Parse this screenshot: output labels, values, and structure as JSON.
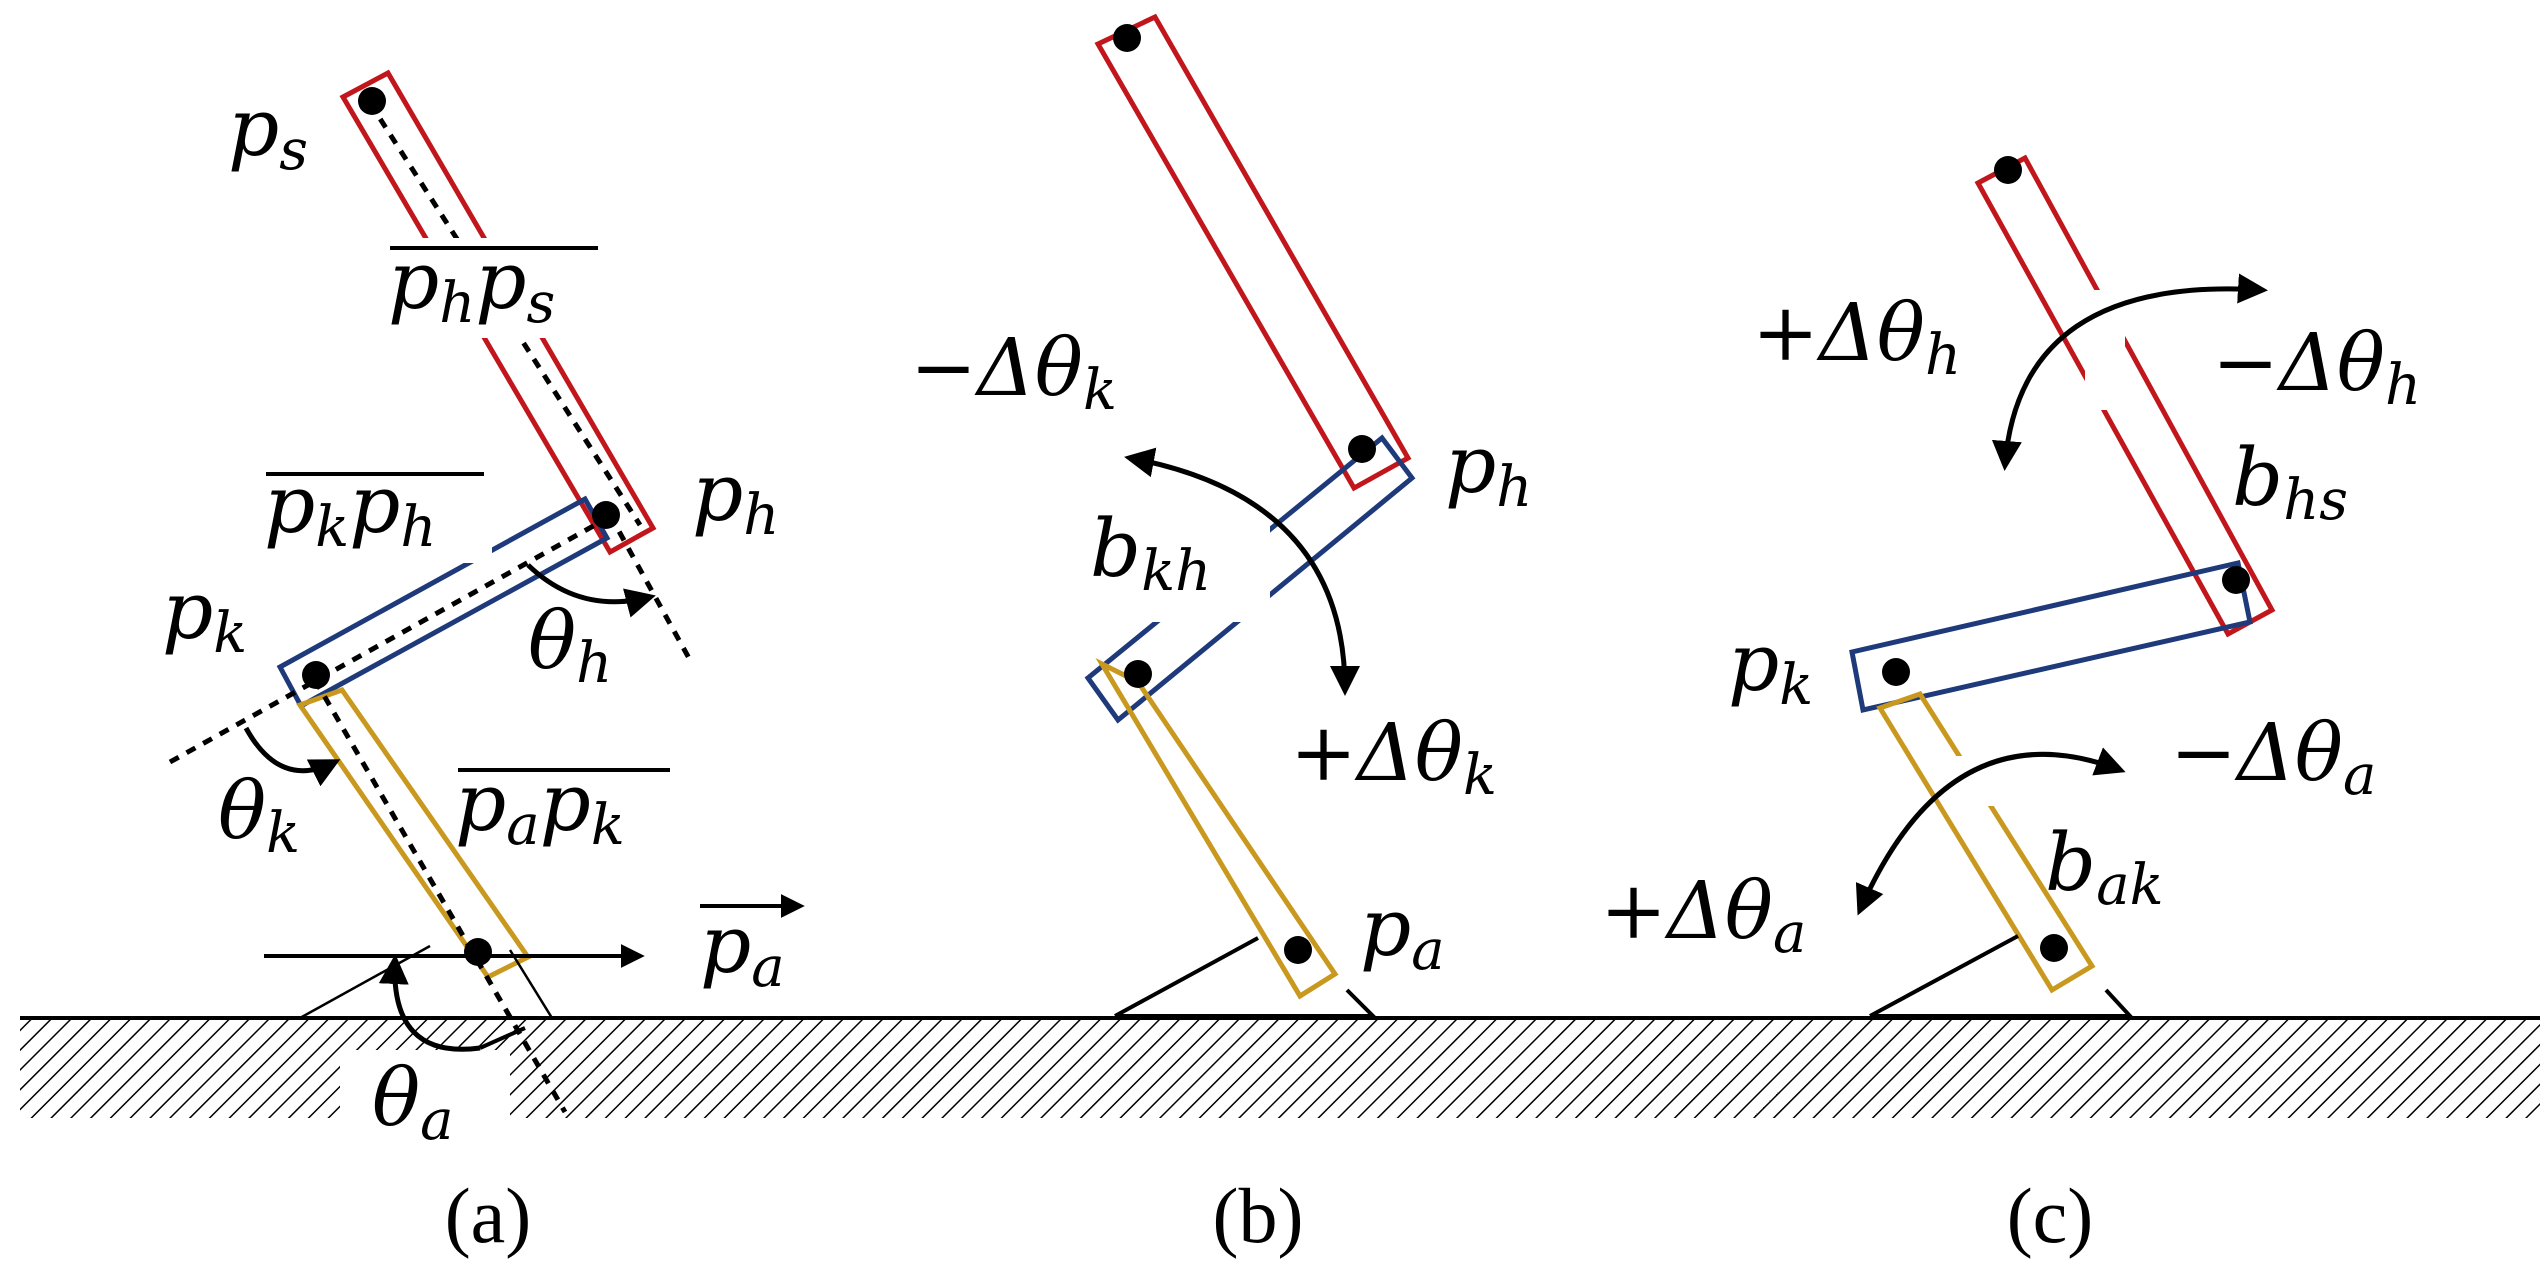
{
  "panels": {
    "a": {
      "caption": "(a)",
      "labels": {
        "p_s": {
          "base": "p",
          "sub": "s"
        },
        "p_h": {
          "base": "p",
          "sub": "h"
        },
        "p_k": {
          "base": "p",
          "sub": "k"
        },
        "theta_h": {
          "base": "θ",
          "sub": "h"
        },
        "theta_k": {
          "base": "θ",
          "sub": "k"
        },
        "theta_a": {
          "base": "θ",
          "sub": "a"
        },
        "seg_hs": {
          "b1": "p",
          "s1": "h",
          "b2": "p",
          "s2": "s"
        },
        "seg_kh": {
          "b1": "p",
          "s1": "k",
          "b2": "p",
          "s2": "h"
        },
        "seg_ak": {
          "b1": "p",
          "s1": "a",
          "b2": "p",
          "s2": "k"
        },
        "vec_pa": {
          "base": "p",
          "sub": "a"
        }
      }
    },
    "b": {
      "caption": "(b)",
      "labels": {
        "minus_dtheta_k": {
          "base": "−Δθ",
          "sub": "k"
        },
        "plus_dtheta_k": {
          "base": "+Δθ",
          "sub": "k"
        },
        "b_kh": {
          "base": "b",
          "sub": "kh"
        },
        "p_h": {
          "base": "p",
          "sub": "h"
        },
        "p_a": {
          "base": "p",
          "sub": "a"
        }
      }
    },
    "c": {
      "caption": "(c)",
      "labels": {
        "plus_dtheta_h": {
          "base": "+Δθ",
          "sub": "h"
        },
        "minus_dtheta_h": {
          "base": "−Δθ",
          "sub": "h"
        },
        "b_hs": {
          "base": "b",
          "sub": "hs"
        },
        "p_k": {
          "base": "p",
          "sub": "k"
        },
        "minus_dtheta_a": {
          "base": "−Δθ",
          "sub": "a"
        },
        "plus_dtheta_a": {
          "base": "+Δθ",
          "sub": "a"
        },
        "b_ak": {
          "base": "b",
          "sub": "ak"
        }
      }
    }
  },
  "colors": {
    "upper_segment": "#c0161c",
    "middle_segment": "#1f3a7a",
    "lower_segment": "#c9981e"
  }
}
